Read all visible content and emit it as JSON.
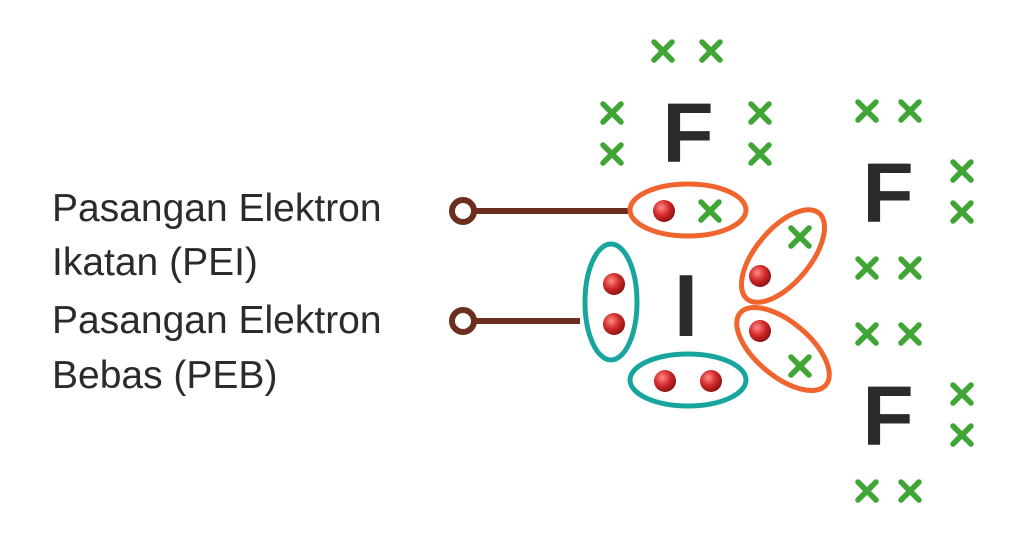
{
  "labels": {
    "pei_line1": "Pasangan Elektron",
    "pei_line2": "Ikatan (PEI)",
    "peb_line1": "Pasangan Elektron",
    "peb_line2": "Bebas (PEB)"
  },
  "atoms": {
    "central": "I",
    "fluorine_top": "F",
    "fluorine_right_upper": "F",
    "fluorine_right_lower": "F"
  },
  "colors": {
    "text": "#2b2b2b",
    "cross": "#3fa535",
    "electron": "#d42a2a",
    "bond_pair_ring": "#f0642d",
    "lone_pair_ring": "#17a59d",
    "connector": "#6b2e1f"
  },
  "icons": {
    "fluorine_electron": "green-cross-icon",
    "iodine_electron": "red-dot-icon",
    "connector_end": "ring-dot-icon"
  }
}
